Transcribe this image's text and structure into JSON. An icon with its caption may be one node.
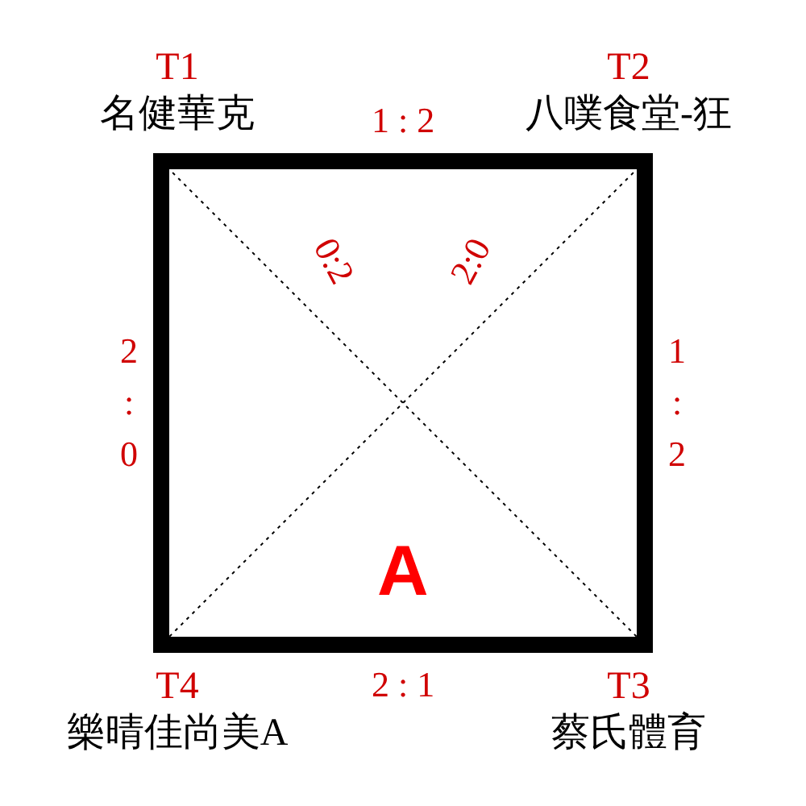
{
  "diagram": {
    "nodes": [
      {
        "text": [
          "T1",
          "名健華克"
        ]
      },
      {
        "text": [
          "T2",
          "八噗食堂-狂"
        ]
      },
      {
        "text": [
          "T3",
          "蔡氏體育"
        ]
      },
      {
        "text": [
          "T4",
          "樂晴佳尚美A"
        ]
      }
    ],
    "edges": [
      {
        "from": 0,
        "to": 1,
        "arrow": "none",
        "label": "1 : 2"
      },
      {
        "from": 1,
        "to": 2,
        "arrow": "none",
        "label": "1 : 2"
      },
      {
        "from": 2,
        "to": 3,
        "arrow": "none",
        "label": "2 : 1"
      },
      {
        "from": 3,
        "to": 0,
        "arrow": "none",
        "label": "2 : 0"
      },
      {
        "from": 0,
        "to": 2,
        "arrow": "none",
        "label": "0:2",
        "style": "dashed"
      },
      {
        "from": 1,
        "to": 3,
        "arrow": "none",
        "label": "2:0",
        "style": "dashed"
      }
    ],
    "labels": [
      "A"
    ]
  }
}
